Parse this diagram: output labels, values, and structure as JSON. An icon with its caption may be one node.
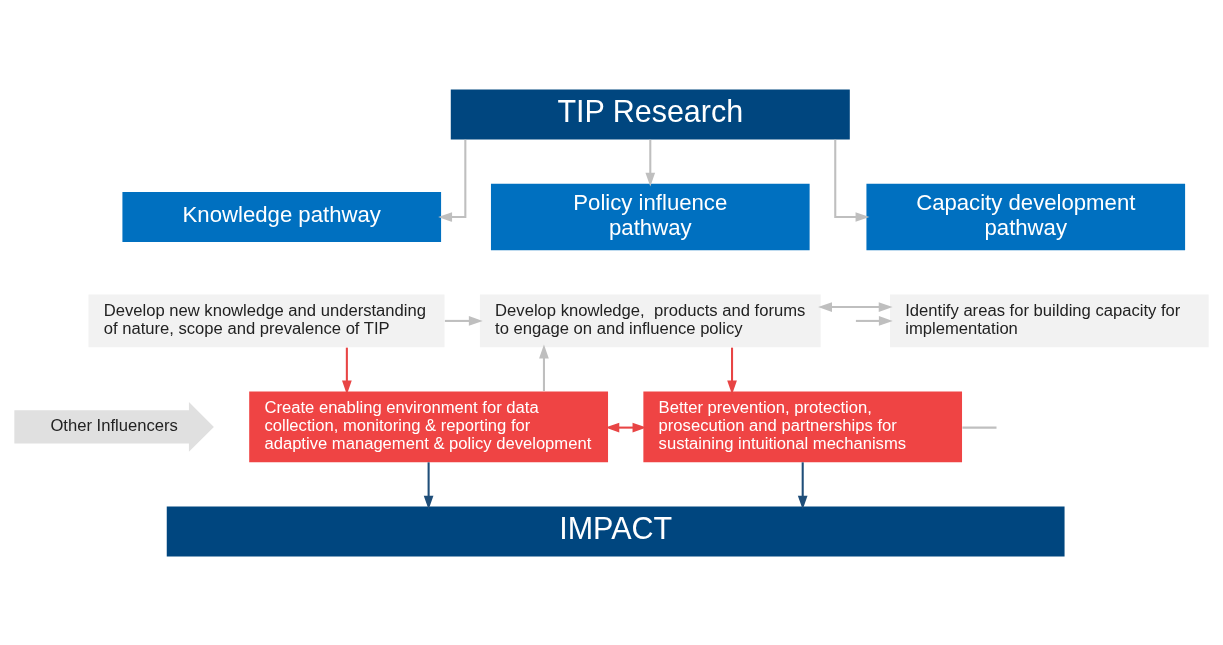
{
  "diagram": {
    "nodes": [
      {
        "text": [
          "TIP Research"
        ]
      },
      {
        "text": [
          "Knowledge pathway"
        ]
      },
      {
        "text": [
          "Policy influence pathway"
        ]
      },
      {
        "text": [
          "Capacity development pathway"
        ]
      },
      {
        "text": [
          "Develop new knowledge and understanding of nature, scope and prevalence of TIP"
        ]
      },
      {
        "text": [
          "Develop knowledge,  products and forums to engage on and influence policy"
        ]
      },
      {
        "text": [
          "Identify areas for building capacity for implementation"
        ]
      },
      {
        "text": [
          "Other Influencers"
        ]
      },
      {
        "text": [
          "Create enabling environment for data collection, monitoring & reporting for adaptive management & policy development"
        ]
      },
      {
        "text": [
          "Better prevention, protection, prosecution and partnerships for sustaining intuitional mechanisms"
        ]
      },
      {
        "text": [
          "IMPACT"
        ]
      }
    ],
    "edges": [
      {
        "from": 0,
        "to": 1,
        "arrow": "to"
      },
      {
        "from": 0,
        "to": 2,
        "arrow": "to"
      },
      {
        "from": 0,
        "to": 3,
        "arrow": "to"
      },
      {
        "from": 4,
        "to": 5,
        "arrow": "to"
      },
      {
        "from": 5,
        "to": 6,
        "arrow": "both"
      },
      {
        "from": null,
        "to": 6,
        "arrow": "to"
      },
      {
        "from": 4,
        "to": 8,
        "arrow": "to",
        "color": "#e84545"
      },
      {
        "from": 8,
        "to": 5,
        "arrow": "to"
      },
      {
        "from": 5,
        "to": 9,
        "arrow": "to",
        "color": "#e84545"
      },
      {
        "from": 8,
        "to": 9,
        "arrow": "both",
        "color": "#e84545"
      },
      {
        "from": 9,
        "to": null,
        "arrow": "none"
      },
      {
        "from": 8,
        "to": 10,
        "arrow": "to",
        "color": "#1f4e79"
      },
      {
        "from": 9,
        "to": 10,
        "arrow": "to",
        "color": "#1f4e79"
      }
    ]
  }
}
